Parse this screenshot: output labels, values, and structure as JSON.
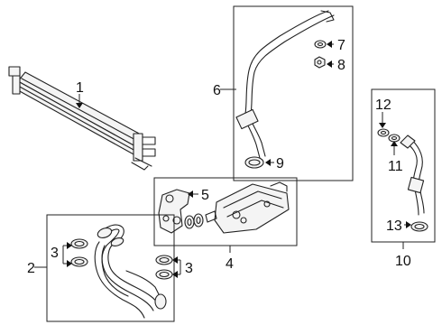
{
  "diagram": {
    "callouts": {
      "c1": "1",
      "c2": "2",
      "c3a": "3",
      "c3b": "3",
      "c4": "4",
      "c5": "5",
      "c6": "6",
      "c7": "7",
      "c8": "8",
      "c9": "9",
      "c10": "10",
      "c11": "11",
      "c12": "12",
      "c13": "13"
    }
  }
}
